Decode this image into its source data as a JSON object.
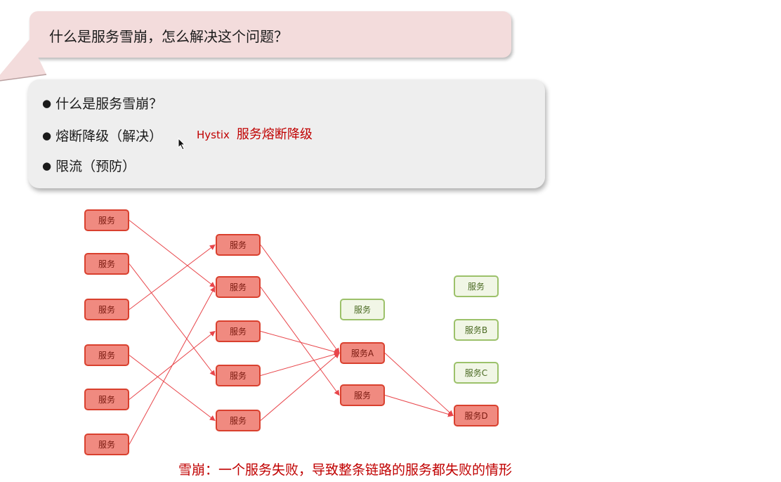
{
  "question": "什么是服务雪崩，怎么解决这个问题？",
  "bullets": [
    {
      "text": "什么是服务雪崩？"
    },
    {
      "text": "熔断降级（解决）"
    },
    {
      "text": "限流（预防）"
    }
  ],
  "bullet_symbol": "●",
  "note": {
    "english": "Hystix",
    "chinese": "服务熔断降级"
  },
  "diagram": {
    "nodes": [
      {
        "id": "a1",
        "label": "服务",
        "status": "failed"
      },
      {
        "id": "a2",
        "label": "服务",
        "status": "failed"
      },
      {
        "id": "a3",
        "label": "服务",
        "status": "failed"
      },
      {
        "id": "a4",
        "label": "服务",
        "status": "failed"
      },
      {
        "id": "a5",
        "label": "服务",
        "status": "failed"
      },
      {
        "id": "a6",
        "label": "服务",
        "status": "failed"
      },
      {
        "id": "b1",
        "label": "服务",
        "status": "failed"
      },
      {
        "id": "b2",
        "label": "服务",
        "status": "failed"
      },
      {
        "id": "b3",
        "label": "服务",
        "status": "failed"
      },
      {
        "id": "b4",
        "label": "服务",
        "status": "failed"
      },
      {
        "id": "b5",
        "label": "服务",
        "status": "failed"
      },
      {
        "id": "c0",
        "label": "服务",
        "status": "healthy"
      },
      {
        "id": "cA",
        "label": "服务A",
        "status": "failed"
      },
      {
        "id": "c2",
        "label": "服务",
        "status": "failed"
      },
      {
        "id": "d0",
        "label": "服务",
        "status": "healthy"
      },
      {
        "id": "dB",
        "label": "服务B",
        "status": "healthy"
      },
      {
        "id": "dC",
        "label": "服务C",
        "status": "healthy"
      },
      {
        "id": "dD",
        "label": "服务D",
        "status": "failed"
      }
    ],
    "edges": [
      [
        "a1",
        "b2"
      ],
      [
        "a2",
        "b4"
      ],
      [
        "a3",
        "b1"
      ],
      [
        "a4",
        "b5"
      ],
      [
        "a5",
        "b3"
      ],
      [
        "a6",
        "b2"
      ],
      [
        "b1",
        "cA"
      ],
      [
        "b2",
        "c2"
      ],
      [
        "b3",
        "cA"
      ],
      [
        "b4",
        "cA"
      ],
      [
        "b5",
        "cA"
      ],
      [
        "cA",
        "dD"
      ],
      [
        "c2",
        "dD"
      ]
    ],
    "colors": {
      "failed_fill": "#f08a80",
      "failed_border": "#d9402e",
      "healthy_fill": "#f1f6e6",
      "healthy_border": "#9cc16a",
      "arrow": "#e8454a"
    }
  },
  "caption": "雪崩：一个服务失败，导致整条链路的服务都失败的情形"
}
